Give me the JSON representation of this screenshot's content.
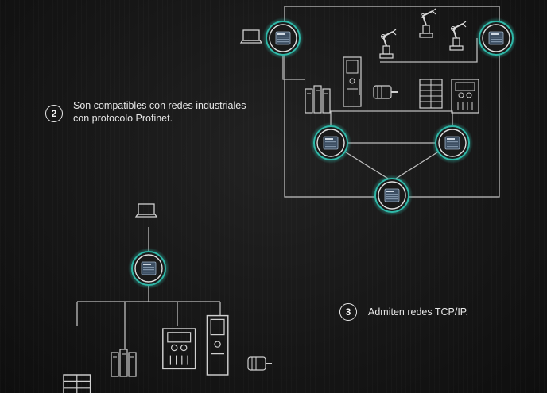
{
  "notes": [
    {
      "number": "2",
      "lines": [
        "Son compatibles con redes industriales",
        "con protocolo Profinet."
      ]
    },
    {
      "number": "3",
      "lines": [
        "Admiten redes TCP/IP."
      ]
    }
  ],
  "colors": {
    "line": "#c9c9c9",
    "ring": "#2fb8a8",
    "device": "#3a4a5a",
    "background": "#161616"
  },
  "icons": [
    "laptop-icon",
    "network-switch-icon",
    "robot-arm-icon",
    "server-rack-icon",
    "server-cluster-icon",
    "control-panel-icon",
    "plc-cabinet-icon",
    "motor-icon"
  ]
}
